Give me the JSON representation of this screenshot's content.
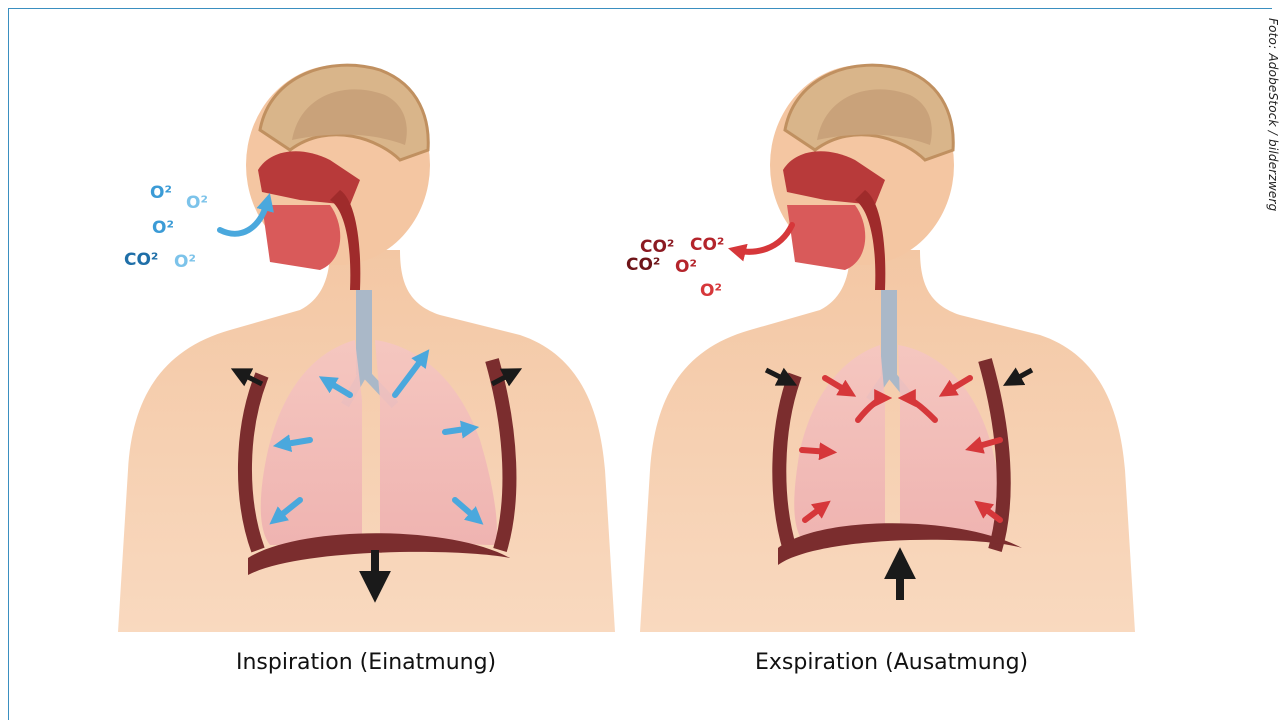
{
  "credit": "Foto: AdobeStock / bilderzwerg",
  "panels": [
    {
      "caption": "Inspiration (Einatmung)",
      "gas_labels": [
        "O²",
        "O²",
        "O²",
        "CO²",
        "O²"
      ]
    },
    {
      "caption": "Exspiration (Ausatmung)",
      "gas_labels": [
        "CO²",
        "CO²",
        "CO²",
        "O²",
        "O²"
      ]
    }
  ],
  "colors": {
    "skin": "#f6c8a2",
    "lung": "#f2c0c0",
    "diaphragm": "#7b2d2e",
    "inhale_arrow": "#4aa8dd",
    "exhale_arrow": "#d6373a",
    "frame": "#3a8fc0"
  }
}
